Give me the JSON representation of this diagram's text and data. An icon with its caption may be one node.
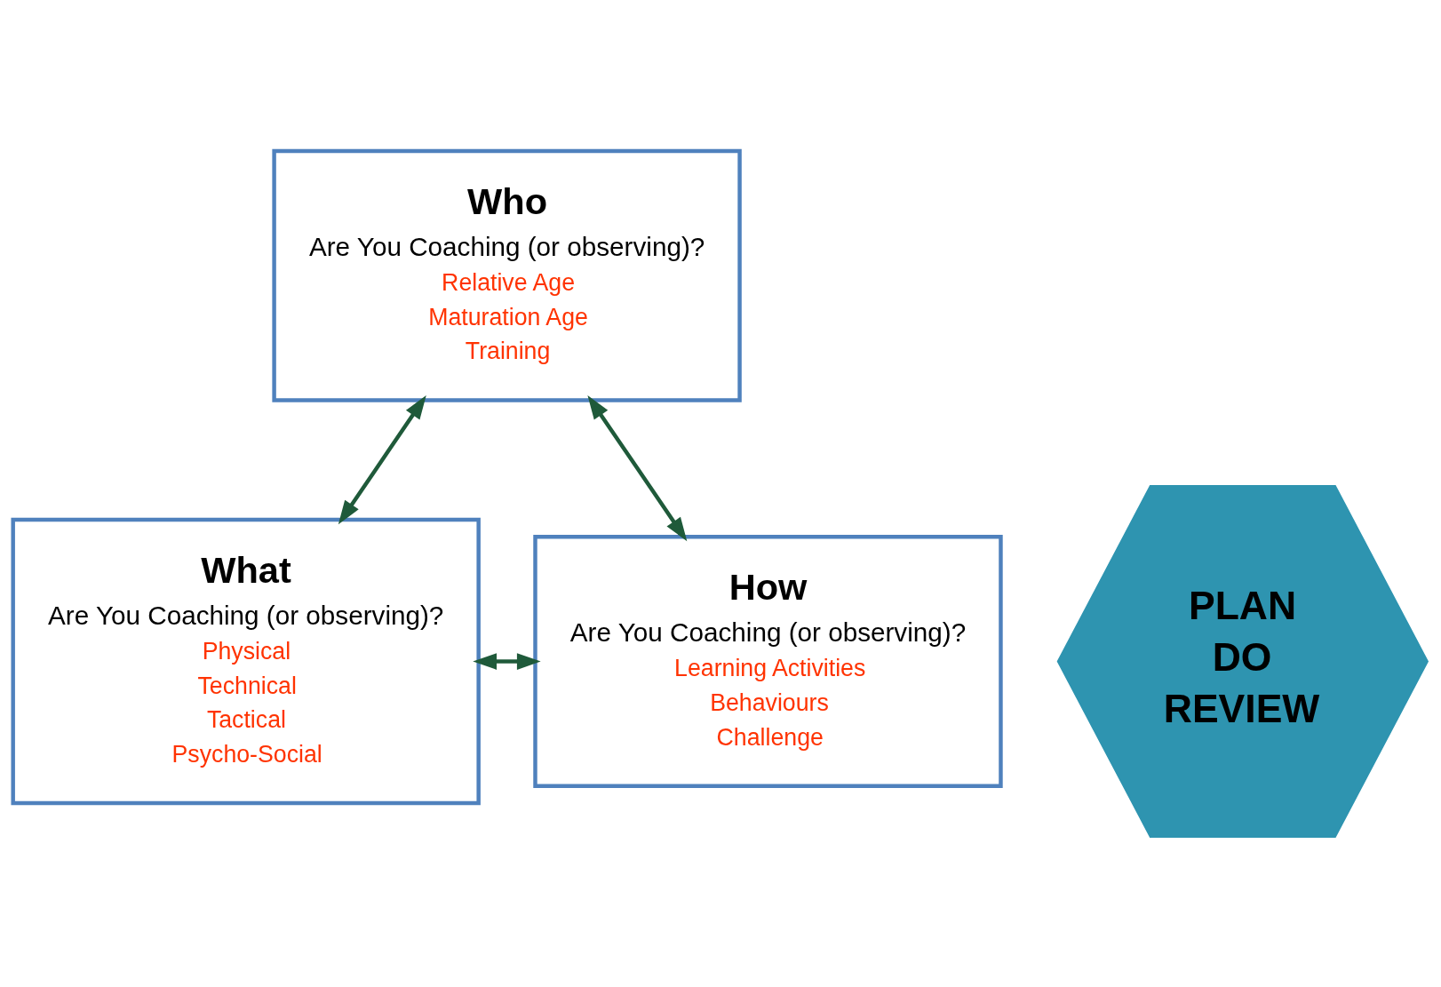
{
  "diagram": {
    "nodes": [
      {
        "text": [
          "Who",
          "Are You Coaching (or observing)?",
          "Relative Age",
          "Maturation Age",
          "Training"
        ]
      },
      {
        "text": [
          "PLAN",
          "DO",
          "REVIEW"
        ]
      },
      {
        "text": [
          "What",
          "Are You Coaching (or observing)?",
          "Physical",
          "Technical",
          "Tactical",
          "Psycho-Social"
        ]
      },
      {
        "text": [
          "How",
          "Are You Coaching (or observing)?",
          "Learning Activities",
          "Behaviours",
          "Challenge"
        ]
      }
    ],
    "edges": [
      {
        "from": 0,
        "to": 2,
        "arrow": "both"
      },
      {
        "from": 0,
        "to": 3,
        "arrow": "both"
      },
      {
        "from": 2,
        "to": 3,
        "arrow": "both"
      }
    ]
  }
}
